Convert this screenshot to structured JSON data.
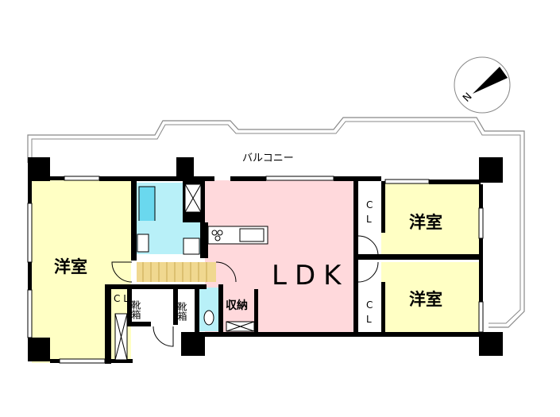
{
  "plan": {
    "balcony": "バルコニー",
    "ldk": "LDK",
    "western_room_left": "洋室",
    "western_room_right_top": "洋室",
    "western_room_right_bottom": "洋室",
    "closet_left": "C L",
    "closet_right_top_c": "C",
    "closet_right_top_l": "L",
    "closet_right_bottom_c": "C",
    "closet_right_bottom_l": "L",
    "shoe_box_1": "靴箱",
    "shoe_box_2": "靴箱",
    "storage": "収納",
    "compass_north": "N"
  },
  "colors": {
    "western_room": "#ffffc4",
    "ldk": "#ffd9dc",
    "wet_area": "#b8f0f8",
    "bath": "#6ad8ee",
    "hall_floor": "#f0d890",
    "wall": "#000000"
  }
}
